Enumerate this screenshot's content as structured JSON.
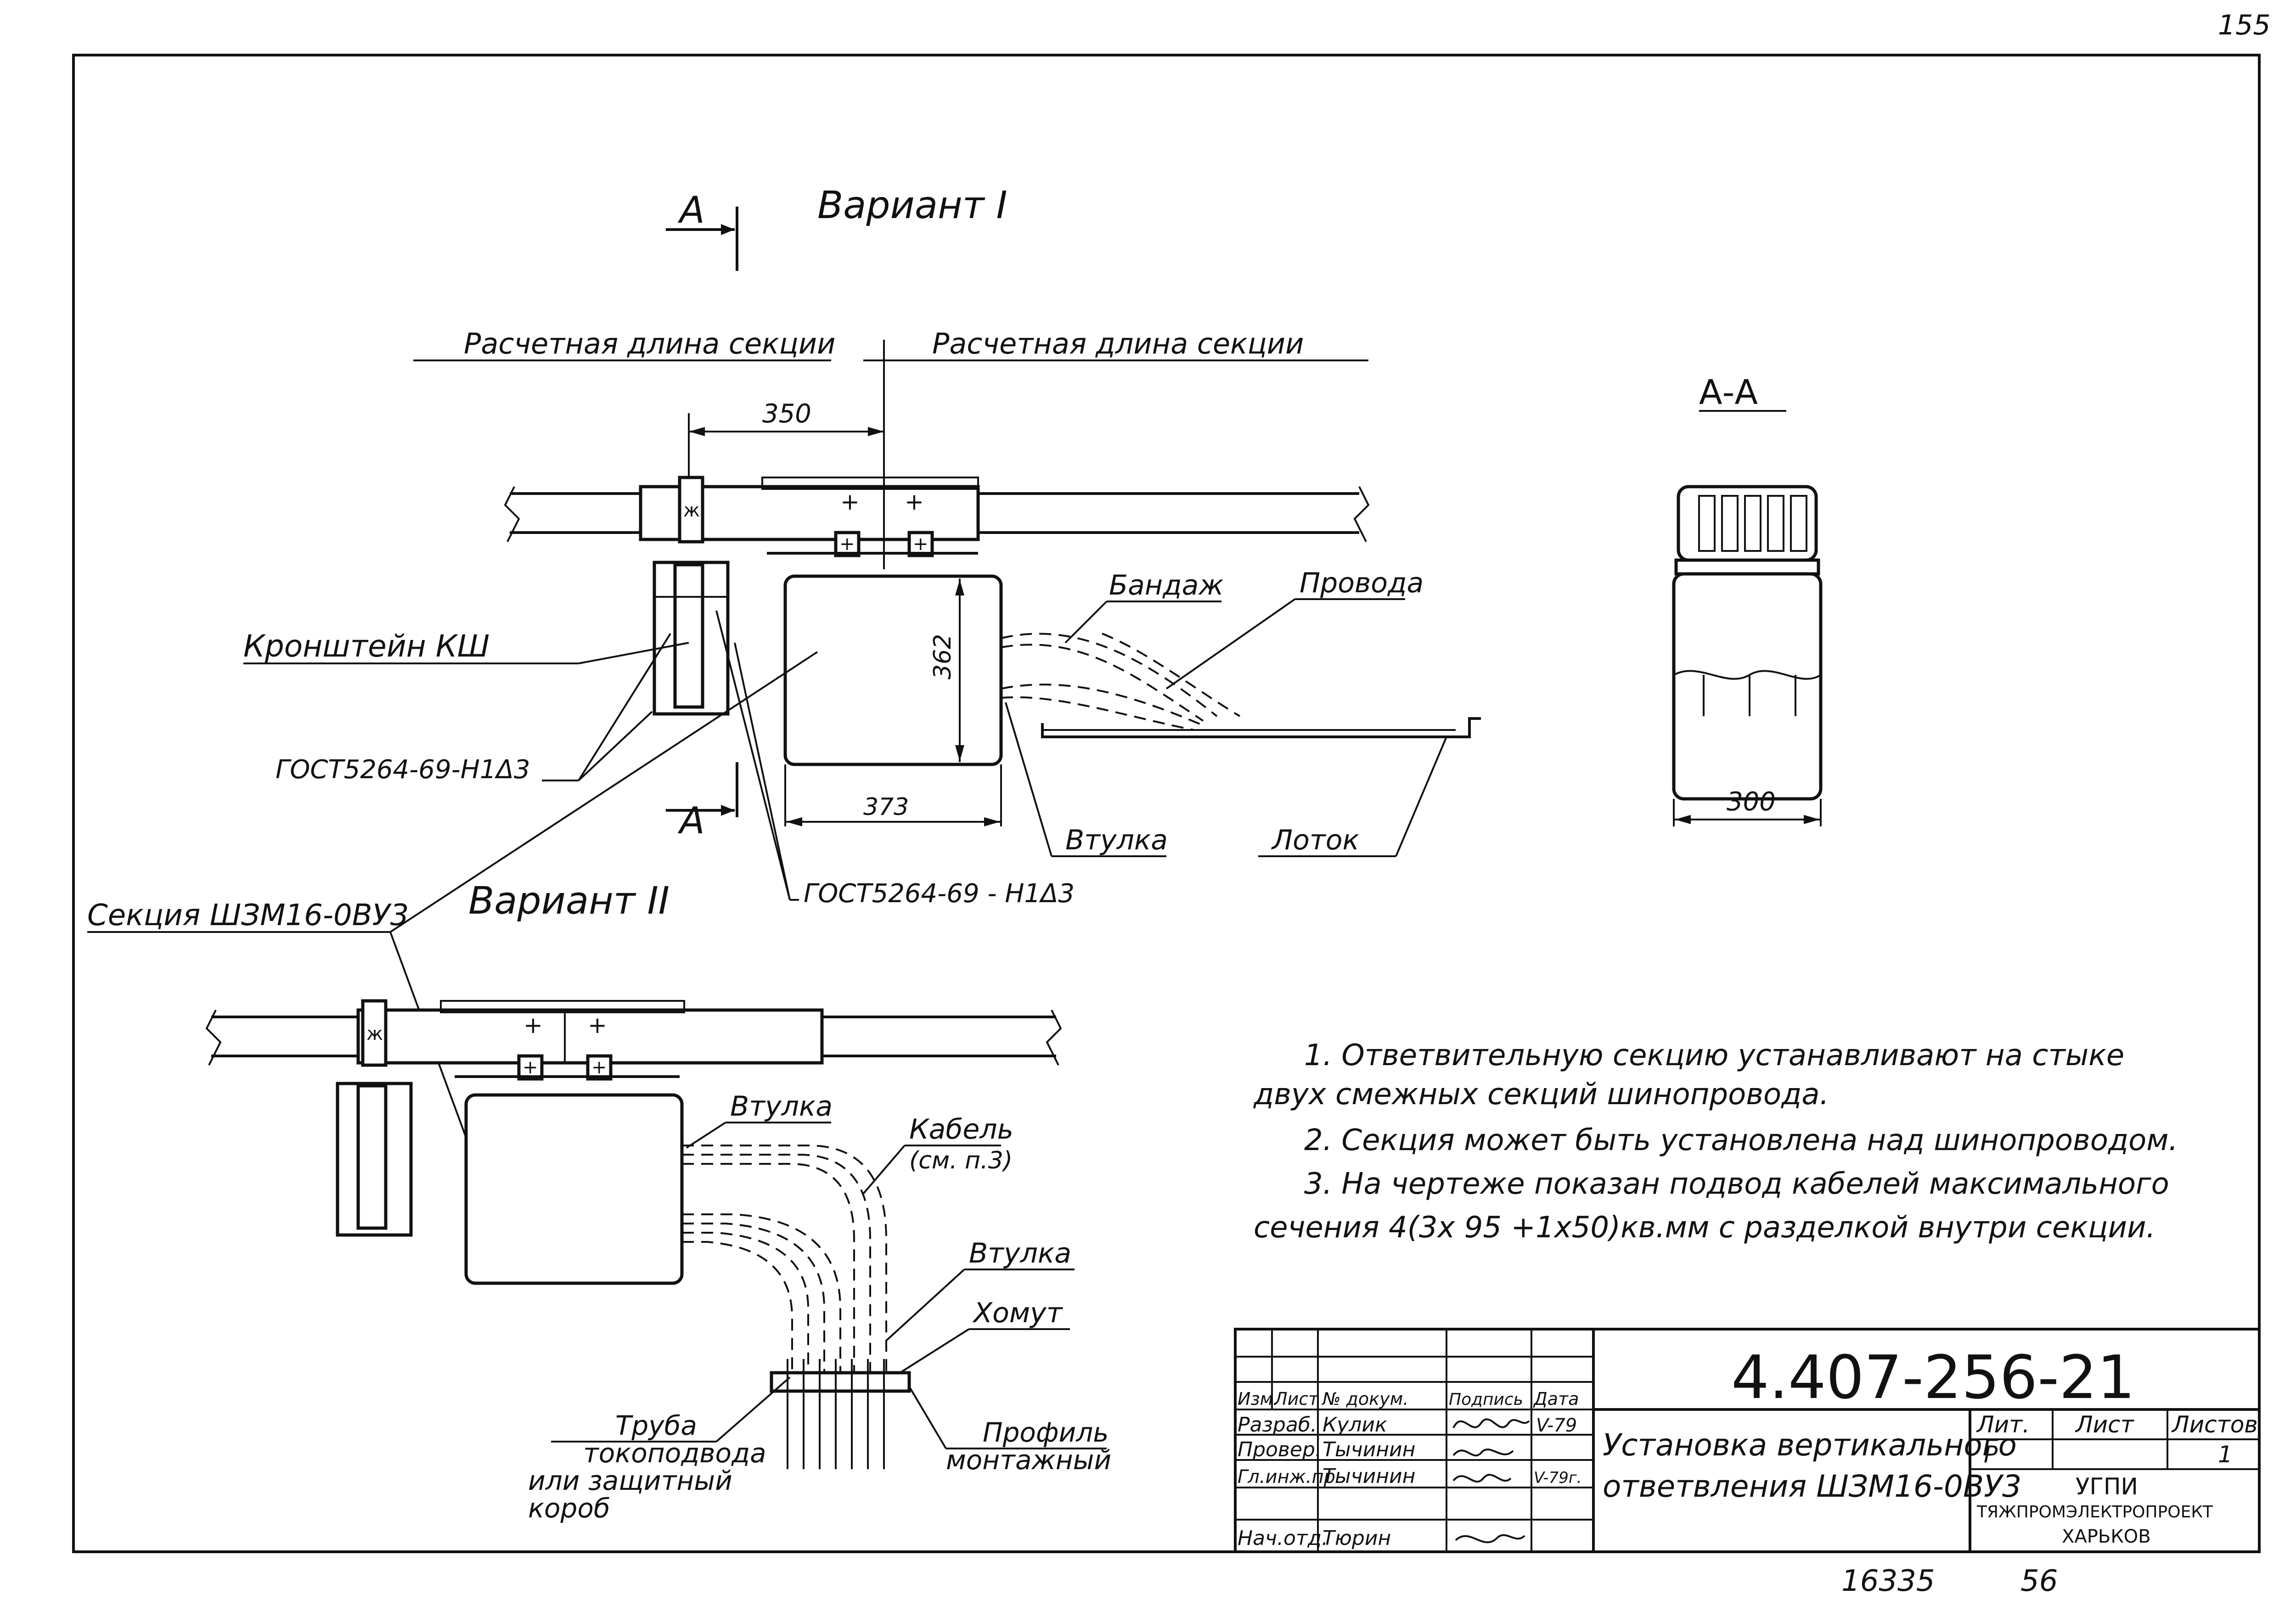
{
  "corner_sheet_no": "155",
  "footer": {
    "left_number": "16335",
    "right_number": "56"
  },
  "section_mark": "A",
  "variant1": {
    "title": "Вариант I",
    "label_length_left": "Расчетная длина секции",
    "label_length_right": "Расчетная длина секции",
    "dim_350": "350",
    "dim_362": "362",
    "dim_373": "373",
    "label_bracket": "Кронштейн КШ",
    "label_bandage": "Бандаж",
    "label_wires": "Провода",
    "label_sleeve": "Втулка",
    "label_tray": "Лоток",
    "weld_note_1": "ГОСТ5264-69-Н1Δ3",
    "weld_note_2": "ГОСТ5264-69 - Н1Δ3"
  },
  "section_view": {
    "title": "А-А",
    "dim_300": "300"
  },
  "variant2": {
    "title": "Вариант II",
    "label_section": "Секция ШЗМ16-0ВУ3",
    "label_sleeve_top": "Втулка",
    "label_cable": "Кабель",
    "label_cable_ref": "(см. п.3)",
    "label_sleeve_bottom": "Втулка",
    "label_clamp": "Хомут",
    "label_pipe": [
      "Труба",
      "токоподвода",
      "или защитный",
      "короб"
    ],
    "label_profile": [
      "Профиль",
      "монтажный"
    ]
  },
  "notes": [
    "1. Ответвительную секцию устанавливают на стыке",
    "двух смежных секций шинопровода.",
    "2. Секция может быть установлена над шинопроводом.",
    "3. На чертеже показан подвод кабелей максимального",
    "сечения  4(3x 95 +1x50)кв.мм  с разделкой внутри  секции."
  ],
  "title_block": {
    "doc_code": "4.407-256-21",
    "title_line1": "Установка вертикального",
    "title_line2": "ответвления ШЗМ16-0ВУ3",
    "headers": [
      "Изм.",
      "Лист",
      "№ докум.",
      "Подпись",
      "Дата"
    ],
    "rows": [
      {
        "role": "Разраб.",
        "name": "Кулик",
        "date": "V-79"
      },
      {
        "role": "Провер.",
        "name": "Тычинин",
        "date": ""
      },
      {
        "role": "Гл.инж.пр",
        "name": "Тычинин",
        "date": "V-79г."
      },
      {
        "role": "Нач.отд.",
        "name": "Тюрин",
        "date": ""
      }
    ],
    "lit_label": "Лит.",
    "lit_value": "Р",
    "sheet_label": "Лист",
    "sheets_label": "Листов",
    "sheets_value": "1",
    "org": [
      "УГПИ",
      "ТЯЖПРОМЭЛЕКТРОПРОЕКТ",
      "ХАРЬКОВ"
    ]
  }
}
